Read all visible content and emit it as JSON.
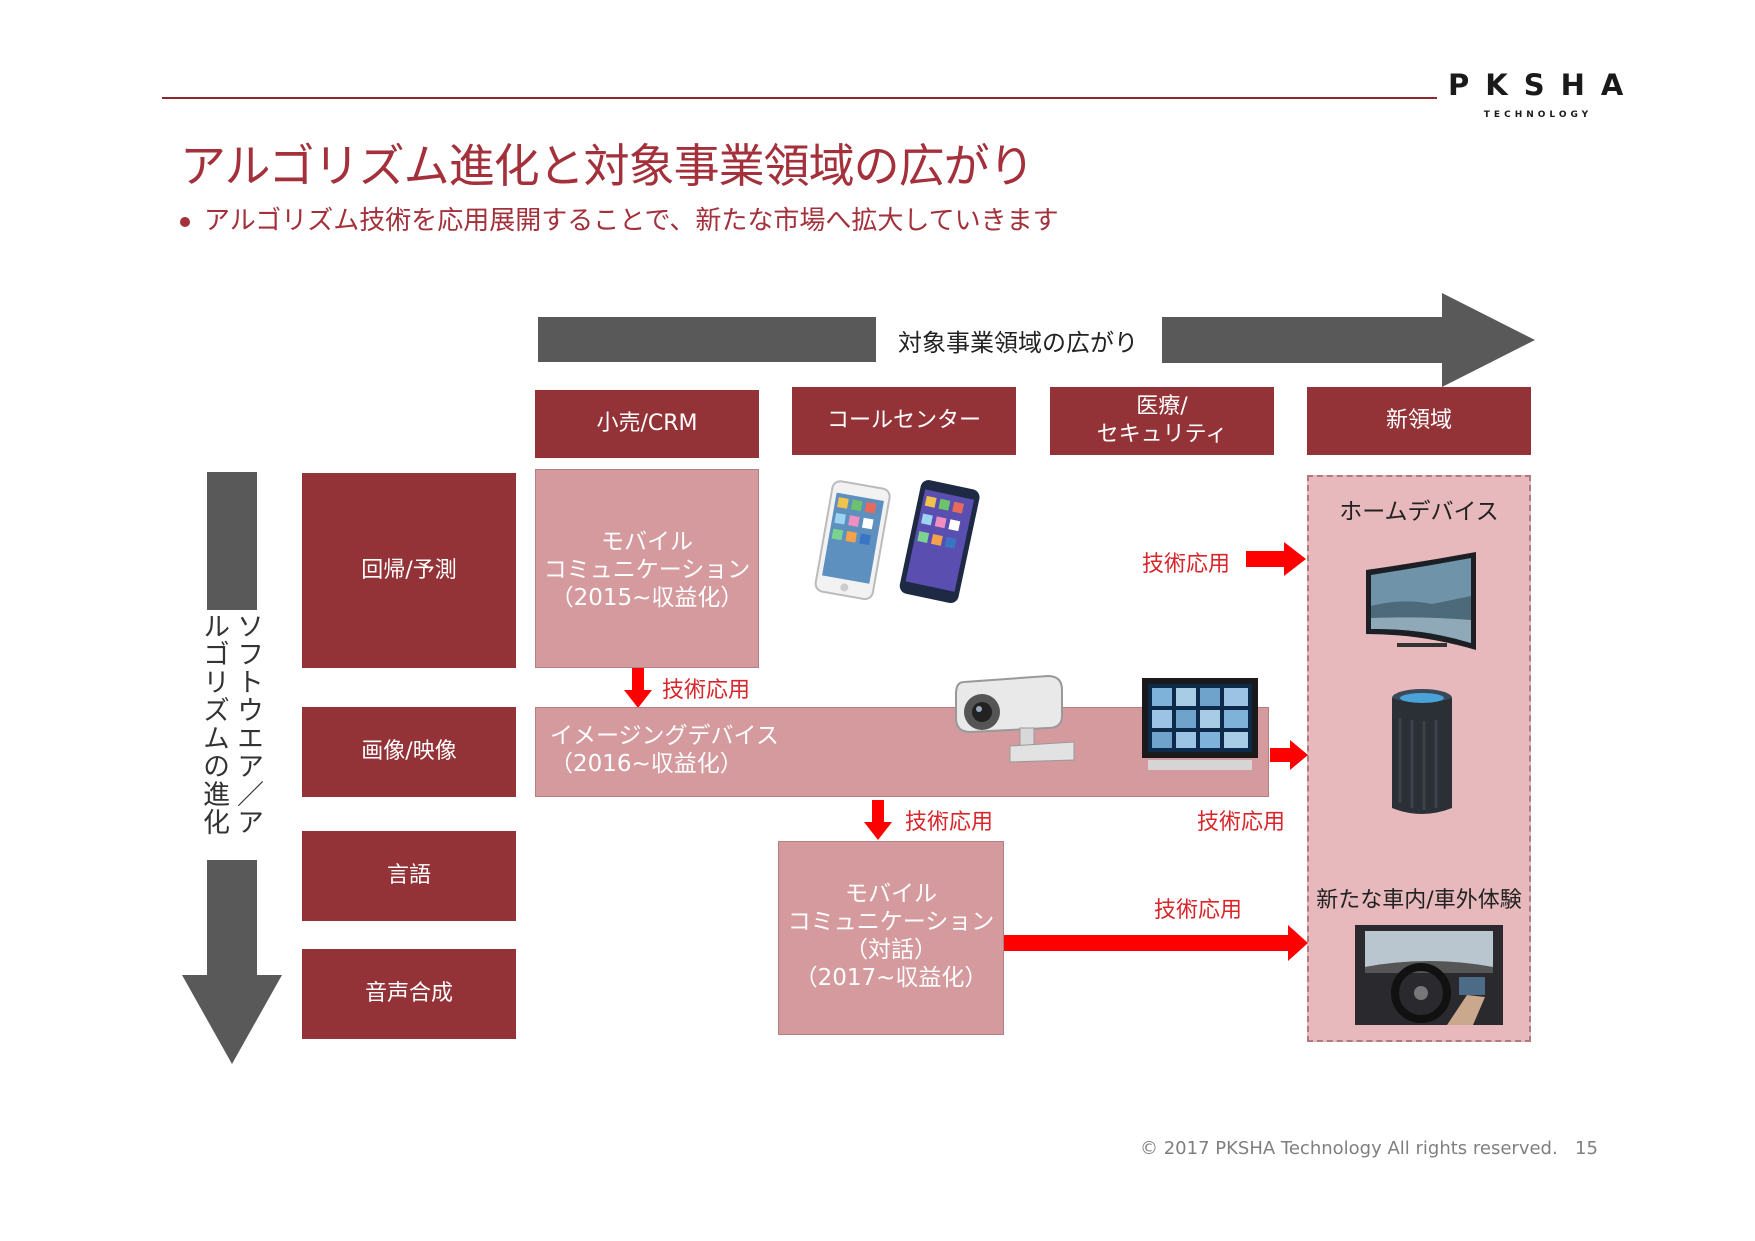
{
  "logo": {
    "name": "PKSHA",
    "tagline": "TECHNOLOGY"
  },
  "header": {
    "title": "アルゴリズム進化と対象事業領域の広がり",
    "bullet": "アルゴリズム技術を応用展開することで、新たな市場へ拡大していきます"
  },
  "diagram": {
    "horizontal_arrow_label": "対象事業領域の広がり",
    "vertical_arrow_label": "ソフトウエア／アルゴリズムの進化",
    "columns": [
      "小売/CRM",
      "コールセンター",
      "医療/\nセキュリティ",
      "新領域"
    ],
    "rows": [
      "回帰/予測",
      "画像/映像",
      "言語",
      "音声合成"
    ],
    "boxes": {
      "mobile_2015": "モバイル\nコミュニケーション\n（2015~収益化）",
      "imaging_2016": "イメージングデバイス\n（2016~収益化）",
      "mobile_2017": "モバイル\nコミュニケーション\n（対話）\n（2017~収益化）"
    },
    "tech_application_label": "技術応用",
    "new_domain": {
      "home_devices": "ホームデバイス",
      "car_experience": "新たな車内/車外体験"
    },
    "colors": {
      "dark_red": "#943337",
      "pink": "#d49a9e",
      "zone_pink": "#e8b9bc",
      "arrow_gray": "#595959",
      "arrow_red": "#ff0000",
      "title_red": "#a3303a"
    }
  },
  "footer": {
    "copyright": "© 2017 PKSHA Technology All rights reserved.",
    "page_number": "15"
  }
}
